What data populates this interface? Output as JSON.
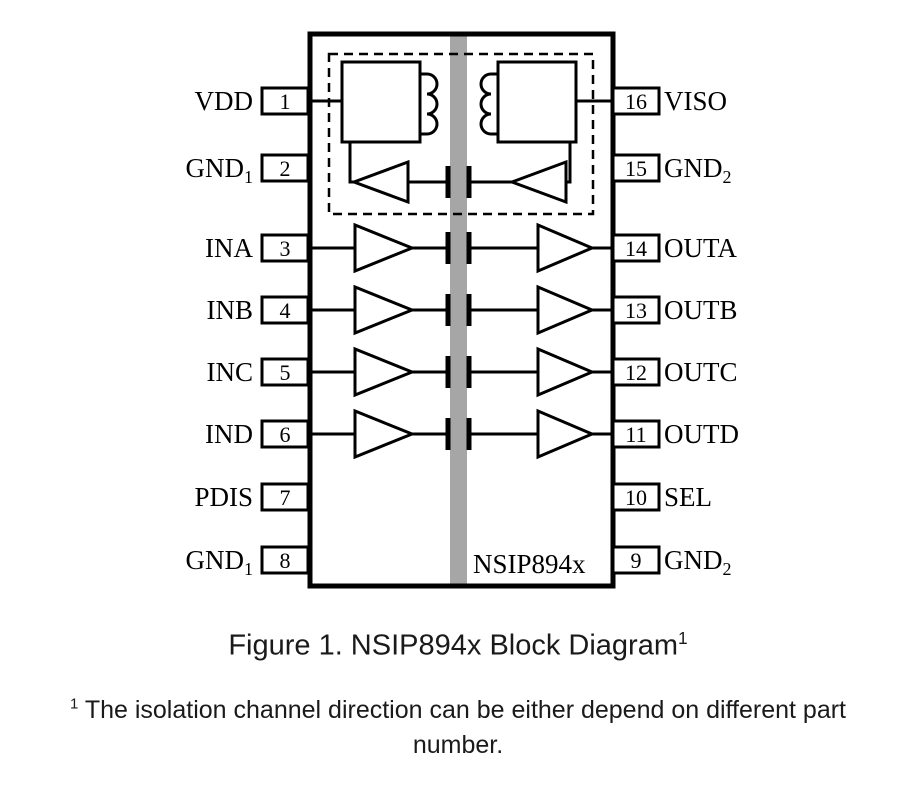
{
  "diagram": {
    "chip_label": "NSIP894x",
    "left_pins": [
      {
        "label": "VDD",
        "sub": "",
        "number": "1"
      },
      {
        "label": "GND",
        "sub": "1",
        "number": "2"
      },
      {
        "label": "INA",
        "sub": "",
        "number": "3"
      },
      {
        "label": "INB",
        "sub": "",
        "number": "4"
      },
      {
        "label": "INC",
        "sub": "",
        "number": "5"
      },
      {
        "label": "IND",
        "sub": "",
        "number": "6"
      },
      {
        "label": "PDIS",
        "sub": "",
        "number": "7"
      },
      {
        "label": "GND",
        "sub": "1",
        "number": "8"
      }
    ],
    "right_pins": [
      {
        "label": "VISO",
        "sub": "",
        "number": "16"
      },
      {
        "label": "GND",
        "sub": "2",
        "number": "15"
      },
      {
        "label": "OUTA",
        "sub": "",
        "number": "14"
      },
      {
        "label": "OUTB",
        "sub": "",
        "number": "13"
      },
      {
        "label": "OUTC",
        "sub": "",
        "number": "12"
      },
      {
        "label": "OUTD",
        "sub": "",
        "number": "11"
      },
      {
        "label": "SEL",
        "sub": "",
        "number": "10"
      },
      {
        "label": "GND",
        "sub": "2",
        "number": "9"
      }
    ],
    "colors": {
      "barrier": "#a6a6a6",
      "line": "#000000"
    }
  },
  "caption": {
    "text": "Figure 1. NSIP894x Block Diagram",
    "superscript": "1"
  },
  "footnote": {
    "marker": "1",
    "line1": "The isolation channel direction can be either depend on different part",
    "line2": "number."
  }
}
